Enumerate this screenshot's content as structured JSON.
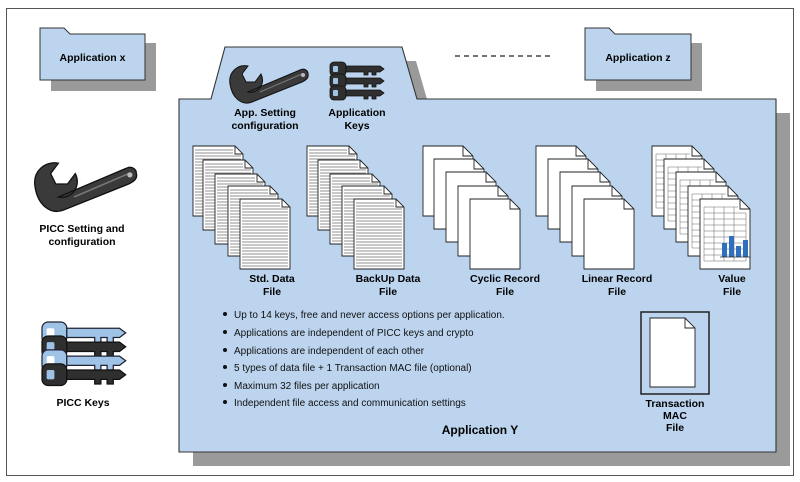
{
  "apps": {
    "x_label": "Application x",
    "z_label": "Application z",
    "y_label": "Application Y"
  },
  "app_y": {
    "setting_label_1": "App. Setting",
    "setting_label_2": "configuration",
    "keys_label_1": "Application",
    "keys_label_2": "Keys"
  },
  "files": {
    "std_1": "Std. Data",
    "std_2": "File",
    "backup_1": "BackUp Data",
    "backup_2": "File",
    "cyclic_1": "Cyclic Record",
    "cyclic_2": "File",
    "linear_1": "Linear Record",
    "linear_2": "File",
    "value_1": "Value",
    "value_2": "File",
    "mac_1": "Transaction",
    "mac_2": "MAC",
    "mac_3": "File"
  },
  "picc": {
    "setting_1": "PICC Setting and",
    "setting_2": "configuration",
    "keys": "PICC Keys"
  },
  "bullets": [
    "Up to 14 keys, free and never access options per application.",
    "Applications are independent of  PICC keys and crypto",
    "Applications are independent of each other",
    "5 types of data file + 1 Transaction MAC file (optional)",
    "Maximum 32 files per application",
    "Independent file access and communication settings"
  ],
  "colors": {
    "folder_fill": "#bcd4ee",
    "folder_stroke": "#333333",
    "shadow": "#9a9a9a",
    "key_fill": "#2f2f2f",
    "key_back": "#9ec3e6"
  },
  "icons": [
    "wrench-icon",
    "keys-icon",
    "document-stack-icon",
    "spreadsheet-icon",
    "chart-icon"
  ]
}
